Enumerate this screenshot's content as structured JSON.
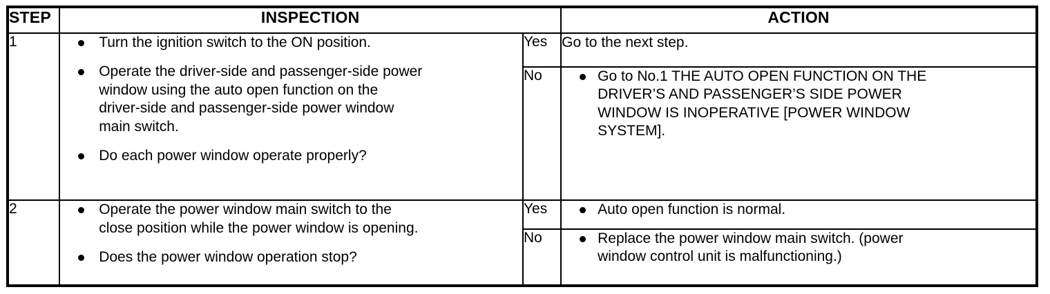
{
  "table": {
    "headers": {
      "step": "STEP",
      "inspection": "INSPECTION",
      "action": "ACTION"
    },
    "rows": [
      {
        "step": "1",
        "inspection_items": [
          "Turn the ignition switch to the ON position.",
          "Operate the driver-side and passenger-side power\nwindow using the auto open function on the\ndriver-side and passenger-side power window\nmain switch.",
          "Do each power window operate properly?"
        ],
        "outcomes": [
          {
            "label": "Yes",
            "bulleted": false,
            "items": [
              "Go to the next step."
            ]
          },
          {
            "label": "No",
            "bulleted": true,
            "items": [
              "Go to No.1 THE AUTO OPEN FUNCTION ON THE\nDRIVER’S AND PASSENGER’S SIDE POWER\nWINDOW IS INOPERATIVE [POWER WINDOW\nSYSTEM]."
            ]
          }
        ]
      },
      {
        "step": "2",
        "inspection_items": [
          "Operate the power window main switch to the\nclose position while the power window is opening.",
          "Does the power window operation stop?"
        ],
        "outcomes": [
          {
            "label": "Yes",
            "bulleted": true,
            "items": [
              "Auto open function is normal."
            ]
          },
          {
            "label": "No",
            "bulleted": true,
            "items": [
              "Replace the power window main switch. (power\nwindow control unit is malfunctioning.)"
            ]
          }
        ]
      }
    ]
  },
  "colors": {
    "border": "#000000",
    "text": "#000000",
    "background": "#ffffff"
  }
}
